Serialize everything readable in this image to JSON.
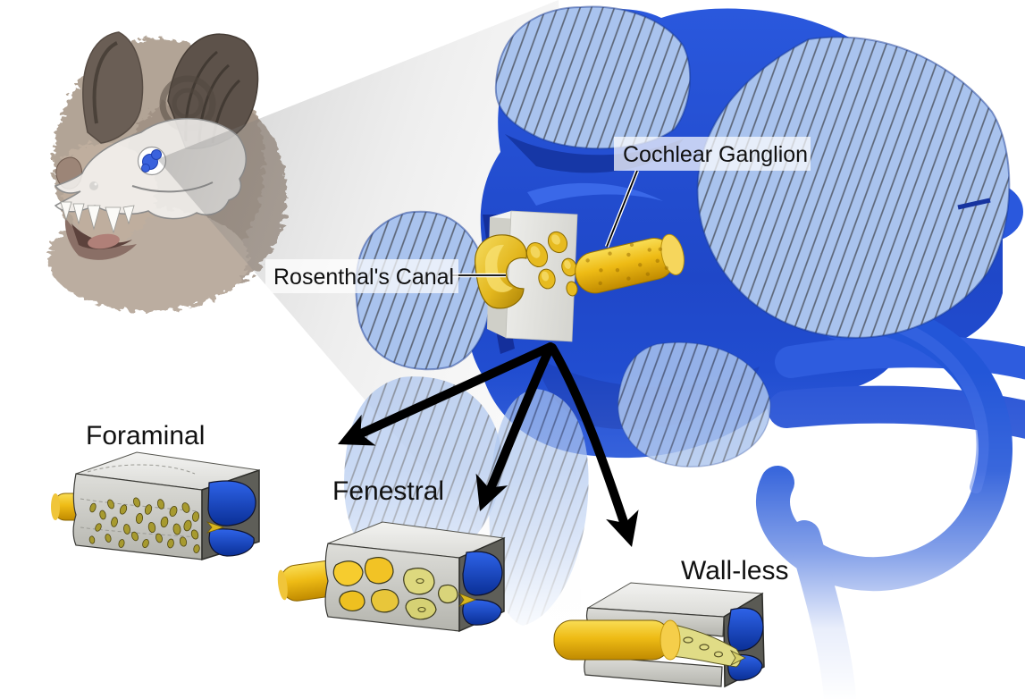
{
  "figure": {
    "callouts": {
      "cochlear_ganglion": "Cochlear Ganglion",
      "rosenthals_canal": "Rosenthal's Canal"
    },
    "canal_types": [
      {
        "label": "Foraminal"
      },
      {
        "label": "Fenestral"
      },
      {
        "label": "Wall-less"
      }
    ],
    "colors": {
      "cochlea_blue": "#2353d8",
      "cochlea_deep_blue": "#16339f",
      "section_hatch_fill": "#a9c3ee",
      "section_hatch_line": "#5c6678",
      "nerve_gold": "#f2c41f",
      "pale_canal_yellow": "#ddd87e",
      "cut_block_gray": "#dededa",
      "arrow_black": "#000000",
      "label_background": "rgba(255,255,255,0.72)",
      "label_text": "#111111"
    }
  }
}
